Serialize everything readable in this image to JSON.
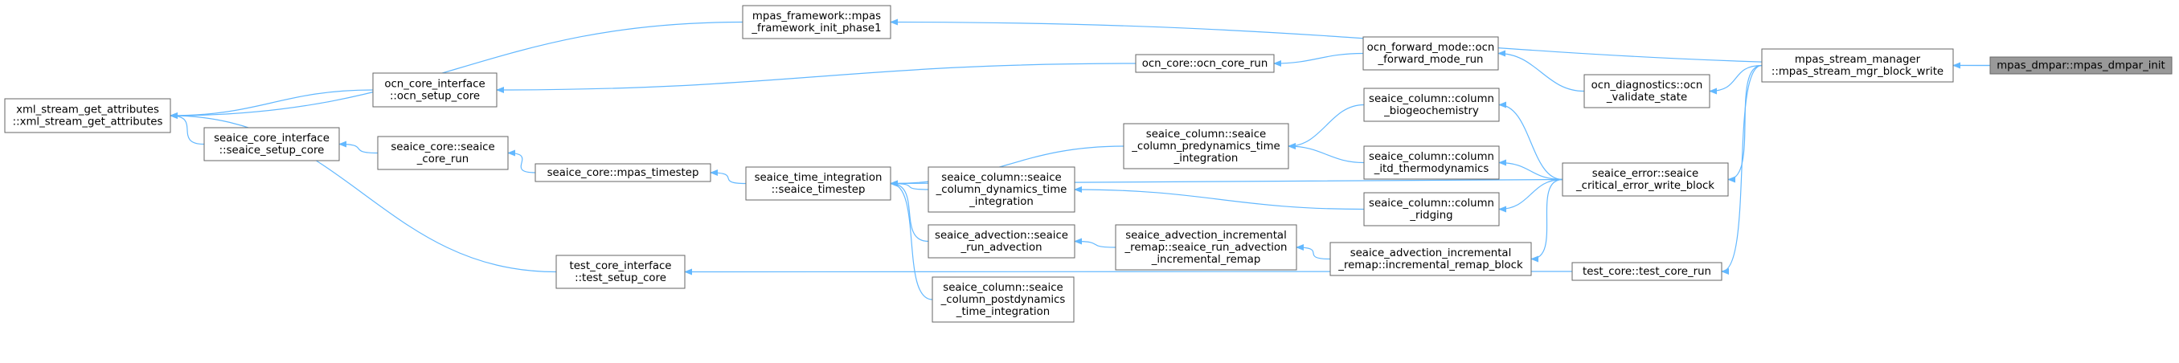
{
  "colors": {
    "edge": "#63b8ff",
    "node_border": "#666666",
    "node_fill": "#ffffff",
    "root_fill": "#999999",
    "text": "#000000"
  },
  "nodes": [
    {
      "id": "dmpar_init",
      "lines": [
        "mpas_dmpar::mpas_dmpar_init"
      ],
      "root": true
    },
    {
      "id": "mgr_block_write",
      "lines": [
        "mpas_stream_manager",
        "::mpas_stream_mgr_block_write"
      ]
    },
    {
      "id": "ocn_validate",
      "lines": [
        "ocn_diagnostics::ocn",
        "_validate_state"
      ]
    },
    {
      "id": "critical_error",
      "lines": [
        "seaice_error::seaice",
        "_critical_error_write_block"
      ]
    },
    {
      "id": "test_core_run",
      "lines": [
        "test_core::test_core_run"
      ]
    },
    {
      "id": "ocn_forward",
      "lines": [
        "ocn_forward_mode::ocn",
        "_forward_mode_run"
      ]
    },
    {
      "id": "ocn_core_run",
      "lines": [
        "ocn_core::ocn_core_run"
      ]
    },
    {
      "id": "framework_init",
      "lines": [
        "mpas_framework::mpas",
        "_framework_init_phase1"
      ]
    },
    {
      "id": "xml_attr",
      "lines": [
        "xml_stream_get_attributes",
        "::xml_stream_get_attributes"
      ]
    },
    {
      "id": "ocn_setup_core",
      "lines": [
        "ocn_core_interface",
        "::ocn_setup_core"
      ]
    },
    {
      "id": "col_biogeo",
      "lines": [
        "seaice_column::column",
        "_biogeochemistry"
      ]
    },
    {
      "id": "col_predyn",
      "lines": [
        "seaice_column::seaice",
        "_column_predynamics_time",
        "_integration"
      ]
    },
    {
      "id": "timestep",
      "lines": [
        "seaice_time_integration",
        "::seaice_timestep"
      ]
    },
    {
      "id": "seaice_setup_core",
      "lines": [
        "seaice_core_interface",
        "::seaice_setup_core"
      ]
    },
    {
      "id": "col_itd",
      "lines": [
        "seaice_column::column",
        "_itd_thermodynamics"
      ]
    },
    {
      "id": "col_ridging",
      "lines": [
        "seaice_column::column",
        "_ridging"
      ]
    },
    {
      "id": "col_dyn",
      "lines": [
        "seaice_column::seaice",
        "_column_dynamics_time",
        "_integration"
      ]
    },
    {
      "id": "remap_block",
      "lines": [
        "seaice_advection_incremental",
        "_remap::incremental_remap_block"
      ]
    },
    {
      "id": "run_adv_remap",
      "lines": [
        "seaice_advection_incremental",
        "_remap::seaice_run_advection",
        "_incremental_remap"
      ]
    },
    {
      "id": "run_advection",
      "lines": [
        "seaice_advection::seaice",
        "_run_advection"
      ]
    },
    {
      "id": "col_postdyn",
      "lines": [
        "seaice_column::seaice",
        "_column_postdynamics",
        "_time_integration"
      ]
    },
    {
      "id": "test_setup_core",
      "lines": [
        "test_core_interface",
        "::test_setup_core"
      ]
    },
    {
      "id": "seaice_core_run",
      "lines": [
        "seaice_core::seaice",
        "_core_run"
      ]
    },
    {
      "id": "mpas_timestep",
      "lines": [
        "seaice_core::mpas_timestep"
      ]
    }
  ],
  "edges": [
    {
      "from": "mgr_block_write",
      "to": "dmpar_init"
    },
    {
      "from": "framework_init",
      "to": "dmpar_init"
    },
    {
      "from": "ocn_validate",
      "to": "mgr_block_write"
    },
    {
      "from": "critical_error",
      "to": "mgr_block_write"
    },
    {
      "from": "test_core_run",
      "to": "mgr_block_write"
    },
    {
      "from": "ocn_forward",
      "to": "ocn_validate"
    },
    {
      "from": "ocn_core_run",
      "to": "ocn_forward"
    },
    {
      "from": "ocn_setup_core",
      "to": "ocn_core_run"
    },
    {
      "from": "xml_attr",
      "to": "framework_init"
    },
    {
      "from": "xml_attr",
      "to": "ocn_setup_core"
    },
    {
      "from": "col_biogeo",
      "to": "critical_error"
    },
    {
      "from": "col_itd",
      "to": "critical_error"
    },
    {
      "from": "col_ridging",
      "to": "critical_error"
    },
    {
      "from": "remap_block",
      "to": "critical_error"
    },
    {
      "from": "timestep",
      "to": "critical_error"
    },
    {
      "from": "col_predyn",
      "to": "col_biogeo"
    },
    {
      "from": "col_predyn",
      "to": "col_itd"
    },
    {
      "from": "col_dyn",
      "to": "col_ridging"
    },
    {
      "from": "run_adv_remap",
      "to": "remap_block"
    },
    {
      "from": "run_advection",
      "to": "run_adv_remap"
    },
    {
      "from": "timestep",
      "to": "col_predyn"
    },
    {
      "from": "timestep",
      "to": "col_dyn"
    },
    {
      "from": "timestep",
      "to": "run_advection"
    },
    {
      "from": "timestep",
      "to": "col_postdyn"
    },
    {
      "from": "mpas_timestep",
      "to": "timestep"
    },
    {
      "from": "seaice_core_run",
      "to": "mpas_timestep"
    },
    {
      "from": "seaice_setup_core",
      "to": "seaice_core_run"
    },
    {
      "from": "xml_attr",
      "to": "seaice_setup_core"
    },
    {
      "from": "xml_attr",
      "to": "test_setup_core"
    },
    {
      "from": "test_setup_core",
      "to": "test_core_run"
    }
  ]
}
